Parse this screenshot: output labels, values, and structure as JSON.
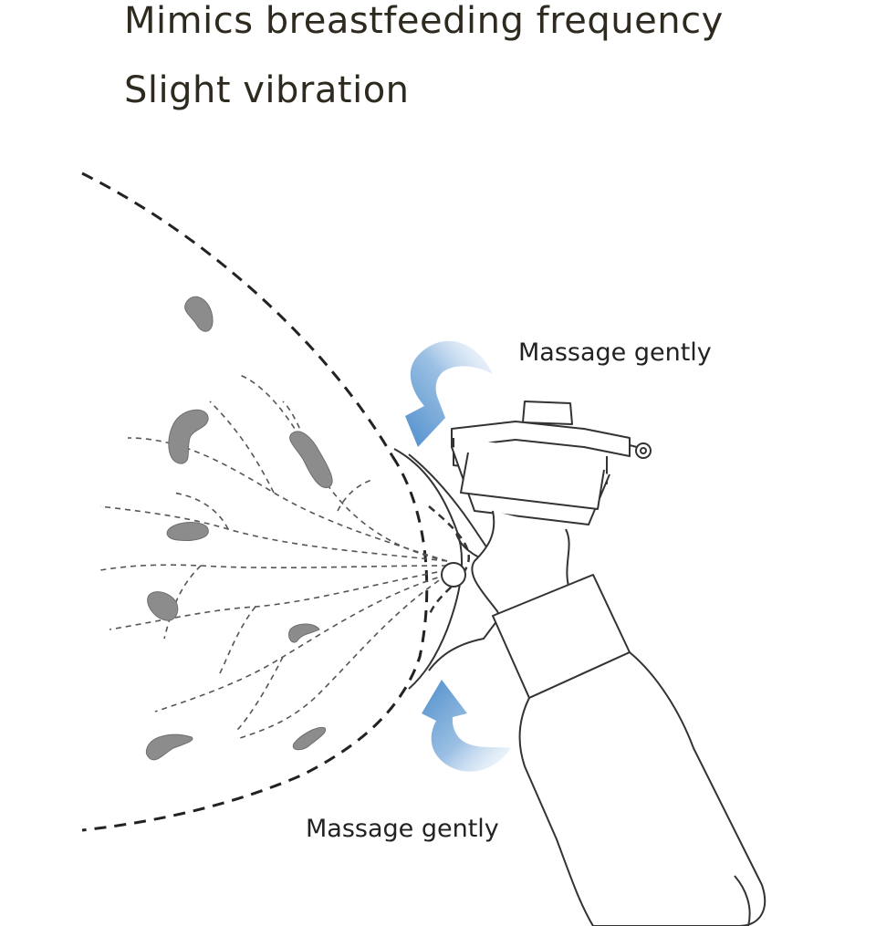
{
  "headline": {
    "line1": "Mimics breastfeeding frequency",
    "line2": "Slight vibration"
  },
  "callouts": {
    "top": "Massage gently",
    "bottom": "Massage gently"
  },
  "colors": {
    "text": "#2e2a1f",
    "arrow": "#4f8fcc",
    "outline": "#444444",
    "lobule": "#8c8c8c"
  },
  "icons": {
    "arrow_top": "curved-arrow-down-left-icon",
    "arrow_bottom": "curved-arrow-up-left-icon"
  }
}
